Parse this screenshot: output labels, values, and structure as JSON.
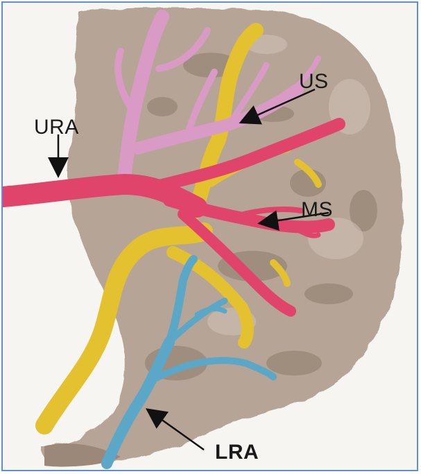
{
  "labels": {
    "us": "US",
    "ura": "URA",
    "ms": "MS",
    "lra": "LRA"
  },
  "colors": {
    "frame": "#5b8fd6",
    "tissue": "#b6a596",
    "tissue_dark": "#8d7b6c",
    "ureter_yellow": "#e4c12e",
    "artery_red": "#e0446a",
    "artery_pink": "#d99ac6",
    "lower_artery_blue": "#5aa7c8"
  }
}
